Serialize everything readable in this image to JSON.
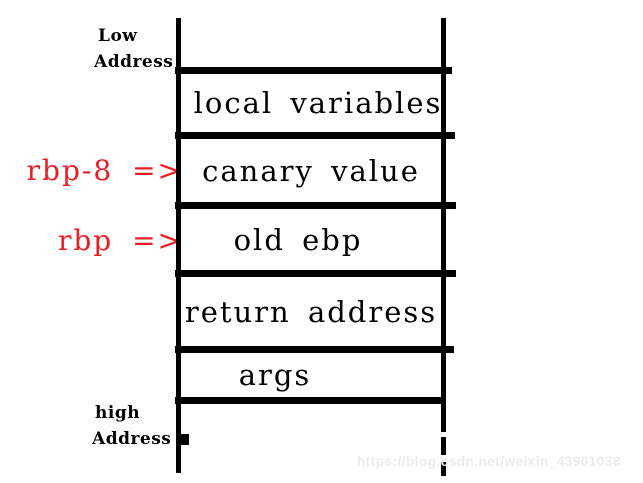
{
  "stack": {
    "top_address_label": {
      "line1": "Low",
      "line2": "Address"
    },
    "bottom_address_label": {
      "line1": "high",
      "line2": "Address"
    },
    "cells": [
      "local variables",
      "canary value",
      "old ebp",
      "return address",
      "args"
    ],
    "pointers": {
      "rbp_minus_8": "rbp-8 =>",
      "rbp": "rbp =>"
    },
    "colors": {
      "pointer_red": "#ed1c24",
      "line_black": "#000000",
      "watermark_gray": "#ebebeb"
    }
  },
  "watermark": {
    "text": "https://blog.csdn.net/weixin_43901038"
  }
}
